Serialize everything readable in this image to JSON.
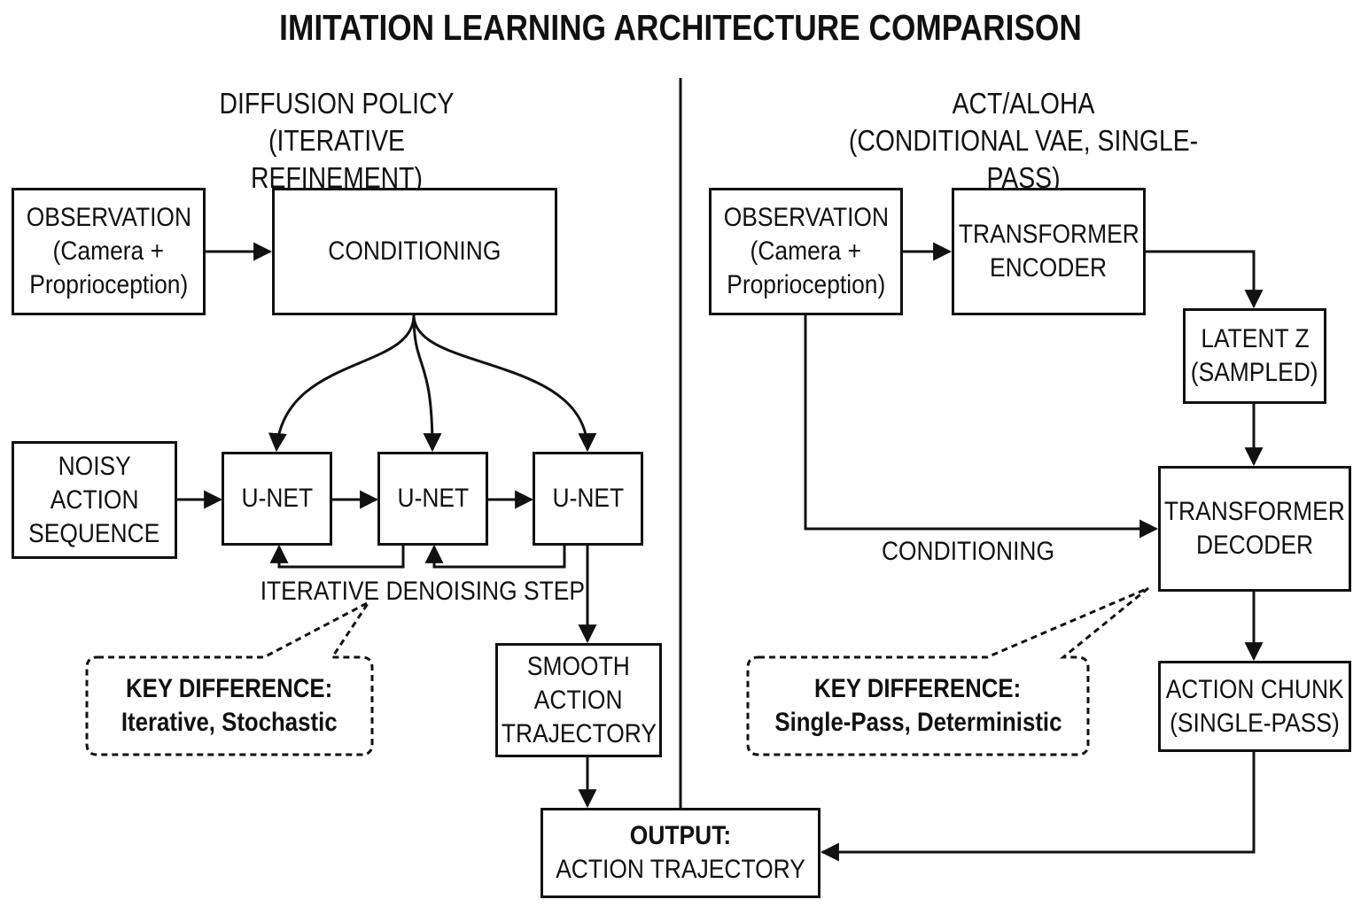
{
  "title": "IMITATION LEARNING ARCHITECTURE COMPARISON",
  "left": {
    "heading_line1": "DIFFUSION POLICY",
    "heading_line2": "(ITERATIVE REFINEMENT)",
    "observation": [
      "OBSERVATION",
      "(Camera +",
      "Proprioception)"
    ],
    "conditioning": "CONDITIONING",
    "noisy_action": [
      "NOISY",
      "ACTION",
      "SEQUENCE"
    ],
    "unet_label": "U-NET",
    "denoise_label": "ITERATIVE DENOISING STEP",
    "smooth_trajectory": [
      "SMOOTH",
      "ACTION",
      "TRAJECTORY"
    ],
    "key_difference": {
      "title": "KEY DIFFERENCE:",
      "text": "Iterative, Stochastic"
    }
  },
  "right": {
    "heading_line1": "ACT/ALOHA",
    "heading_line2": "(CONDITIONAL VAE, SINGLE-PASS)",
    "observation": [
      "OBSERVATION",
      "(Camera +",
      "Proprioception)"
    ],
    "encoder": [
      "TRANSFORMER",
      "ENCODER"
    ],
    "latent": [
      "LATENT Z",
      "(SAMPLED)"
    ],
    "decoder": [
      "TRANSFORMER",
      "DECODER"
    ],
    "conditioning_label": "CONDITIONING",
    "action_chunk": [
      "ACTION CHUNK",
      "(SINGLE-PASS)"
    ],
    "key_difference": {
      "title": "KEY DIFFERENCE:",
      "text": "Single-Pass, Deterministic"
    }
  },
  "output": {
    "title": "OUTPUT:",
    "text": "ACTION TRAJECTORY"
  }
}
